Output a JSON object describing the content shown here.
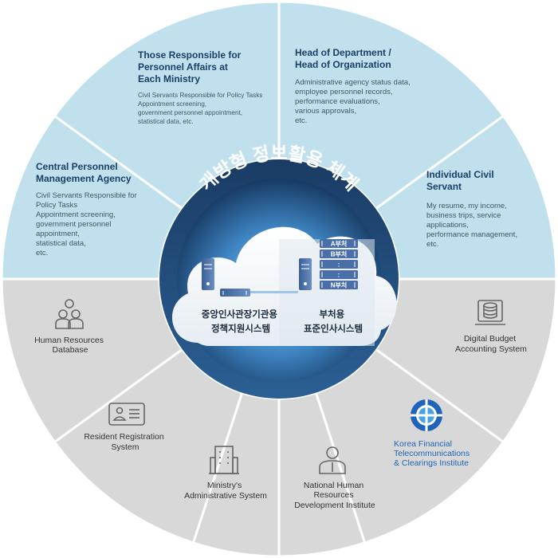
{
  "colors": {
    "ring_blue": "#bfe0ec",
    "ring_gray": "#d8d8d8",
    "core_dark": "#1a3c64",
    "core_mid": "#2f6aa6",
    "core_light": "#6bb3dc",
    "accent_blue": "#1f64b6"
  },
  "core": {
    "title": "개방형 정보활용 체계",
    "left_system": [
      "중앙인사관장기관용",
      "정책지원시스템"
    ],
    "right_system": [
      "부처용",
      "표준인사시스템"
    ],
    "dept_rows": [
      "A부처",
      "B부처",
      ":",
      ":",
      "N부처"
    ]
  },
  "segments": {
    "ministry_hr": {
      "title": [
        "Those Responsible for",
        "Personnel Affairs at",
        "Each Ministry"
      ],
      "body": [
        "Civil Servants Responsible for Policy Tasks",
        "Appointment screening,",
        "government personnel appointment,",
        "statistical data, etc."
      ]
    },
    "head_dept": {
      "title": [
        "Head of Department /",
        "Head of Organization"
      ],
      "body": [
        "Administrative agency status data,",
        "employee personnel records,",
        "performance evaluations,",
        "various approvals,",
        "etc."
      ]
    },
    "central_agency": {
      "title": [
        "Central Personnel",
        "Management Agency"
      ],
      "body": [
        "Civil Servants Responsible for",
        "Policy Tasks",
        "Appointment screening,",
        "government personnel",
        "appointment,",
        "statistical data,",
        "etc."
      ]
    },
    "civil_servant": {
      "title": [
        "Individual Civil",
        "Servant"
      ],
      "body": [
        "My resume, my income,",
        "business trips, service",
        "applications,",
        "performance management,",
        "etc."
      ]
    }
  },
  "external_systems": {
    "hr_database": {
      "label": [
        "Human Resources",
        "Database"
      ],
      "icon": "people-group-icon"
    },
    "digital_budget": {
      "label": [
        "Digital Budget",
        "Accounting System"
      ],
      "icon": "database-monitor-icon"
    },
    "resident_registration": {
      "label": [
        "Resident Registration",
        "System"
      ],
      "icon": "id-card-icon"
    },
    "kftc": {
      "label": [
        "Korea Financial",
        "Telecommunications",
        "& Clearings Institute"
      ],
      "icon": "globe-logo-icon"
    },
    "ministry_admin": {
      "label": [
        "Ministry's",
        "Administrative System"
      ],
      "icon": "building-icon"
    },
    "nhrdi": {
      "label": [
        "National Human",
        "Resources",
        "Development Institute"
      ],
      "icon": "person-icon"
    }
  }
}
